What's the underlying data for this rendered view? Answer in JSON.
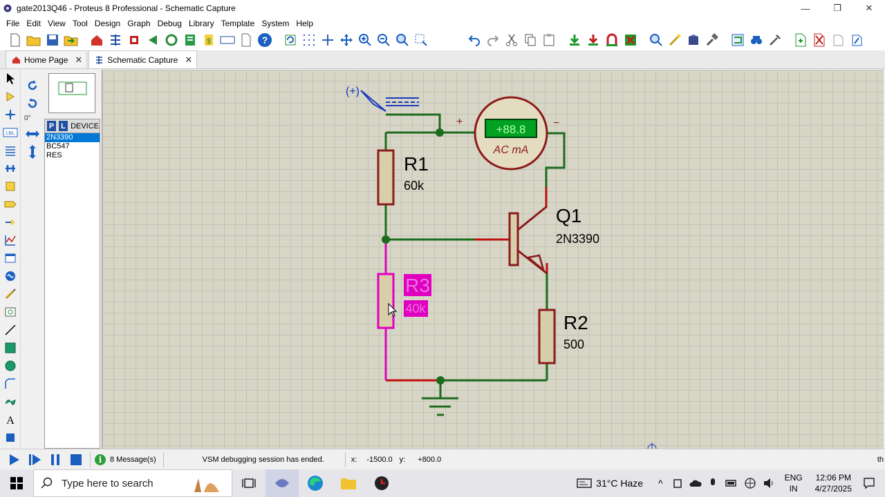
{
  "window": {
    "title": "gate2013Q46 - Proteus 8 Professional - Schematic Capture",
    "minimize_glyph": "—",
    "restore_glyph": "❐",
    "close_glyph": "✕"
  },
  "menu": [
    "File",
    "Edit",
    "View",
    "Tool",
    "Design",
    "Graph",
    "Debug",
    "Library",
    "Template",
    "System",
    "Help"
  ],
  "tabs": [
    {
      "label": "Home Page",
      "close": "✕"
    },
    {
      "label": "Schematic Capture",
      "close": "✕"
    }
  ],
  "rotation": {
    "angle": "0°"
  },
  "device_panel": {
    "p_label": "P",
    "l_label": "L",
    "header": "DEVICES",
    "items": [
      "2N3390",
      "BC547",
      "RES"
    ],
    "selected_index": 0
  },
  "schematic": {
    "source_label": "(+)",
    "r1": {
      "name": "R1",
      "value": "60k"
    },
    "r2": {
      "name": "R2",
      "value": "500"
    },
    "r3": {
      "name": "R3",
      "value": "40k"
    },
    "q1": {
      "name": "Q1",
      "value": "2N3390"
    },
    "meter": {
      "display": "+88.8",
      "unit": "AC mA",
      "plus": "+",
      "minus": "−"
    }
  },
  "status": {
    "messages": "8 Message(s)",
    "text": "VSM debugging session has ended.",
    "x_label": "x:",
    "x_value": "-1500.0",
    "y_label": "y:",
    "y_value": "+800.0",
    "right_text": "th"
  },
  "taskbar": {
    "search_placeholder": "Type here to search",
    "weather": "31°C  Haze",
    "lang_top": "ENG",
    "lang_bottom": "IN",
    "time": "12:06 PM",
    "date": "4/27/2025"
  },
  "colors": {
    "wire": "#1d6b1d",
    "component": "#8b1a1a",
    "selected": "#e000c0",
    "canvas": "#d6d5c6",
    "meter_display": "#00a020"
  }
}
